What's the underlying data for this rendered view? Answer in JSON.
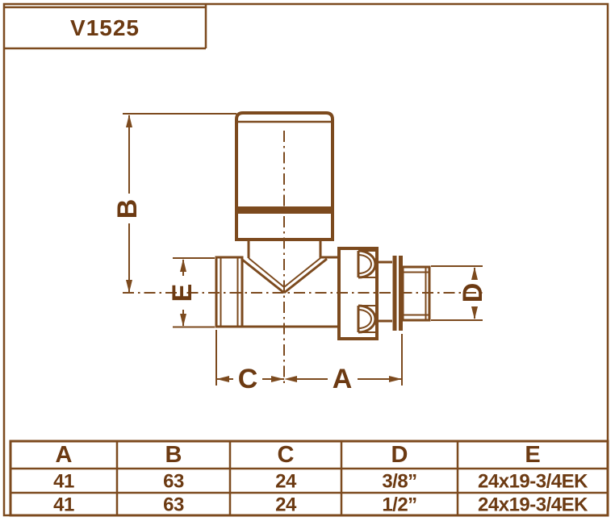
{
  "title_block": {
    "model": "V1525"
  },
  "colors": {
    "line": "#7c4a1e",
    "text": "#6c3a12",
    "background": "#ffffff"
  },
  "drawing": {
    "dimension_labels": {
      "B": "B",
      "E": "E",
      "C": "C",
      "A": "A",
      "D": "D"
    }
  },
  "spec_table": {
    "headers": [
      "A",
      "B",
      "C",
      "D",
      "E"
    ],
    "rows": [
      [
        "41",
        "63",
        "24",
        "3/8”",
        "24x19-3/4EK"
      ],
      [
        "41",
        "63",
        "24",
        "1/2”",
        "24x19-3/4EK"
      ]
    ]
  }
}
